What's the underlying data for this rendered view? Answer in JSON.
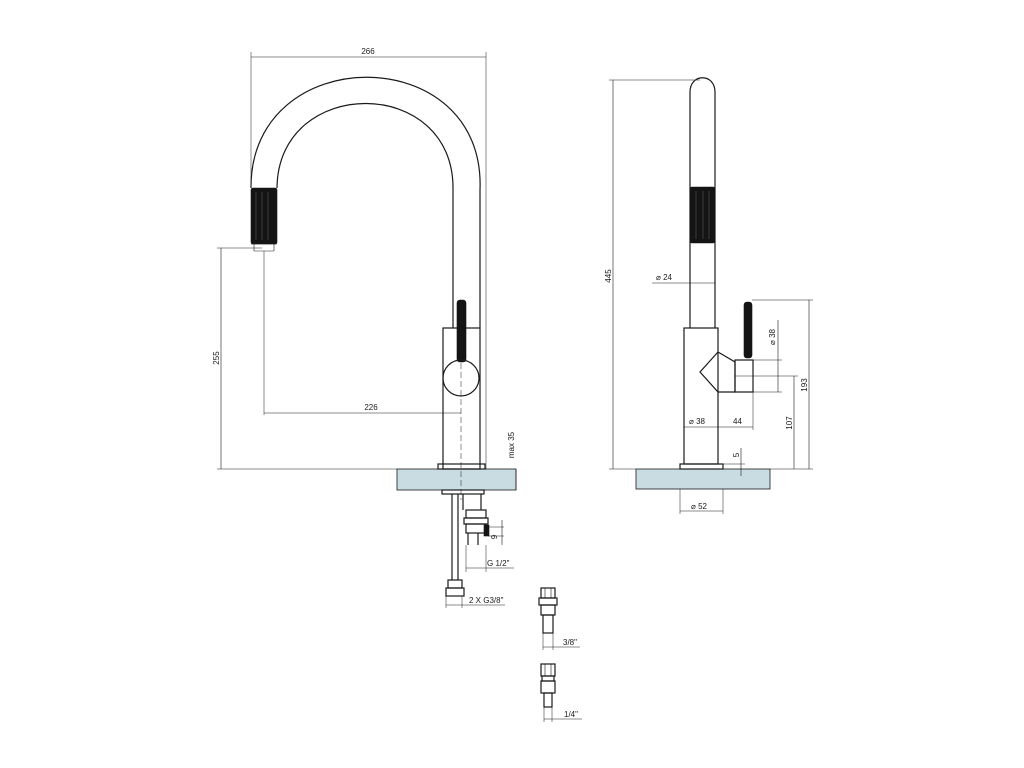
{
  "front_view": {
    "width_label": "266",
    "height_label": "255",
    "reach_label": "226",
    "deck_thickness_label": "max 35",
    "thread_height_label": "9",
    "thread_label": "G 1/2\"",
    "hose_label": "2 X G3/8\""
  },
  "side_view": {
    "total_height_label": "445",
    "spout_diameter_label": "24",
    "handle_diameter_label": "38",
    "lever_height_label": "193",
    "outlet_height_label": "107",
    "body_diameter_label": "38",
    "lever_offset_label": "44",
    "base_height_label": "5",
    "base_diameter_label": "52"
  },
  "adapters": {
    "adapter_1_label": "3/8\"",
    "adapter_2_label": "1/4\""
  },
  "colors": {
    "line": "#1a1a1a",
    "countertop": "#c8dce2",
    "handle": "#141414"
  },
  "symbols": {
    "diameter": "⌀"
  }
}
